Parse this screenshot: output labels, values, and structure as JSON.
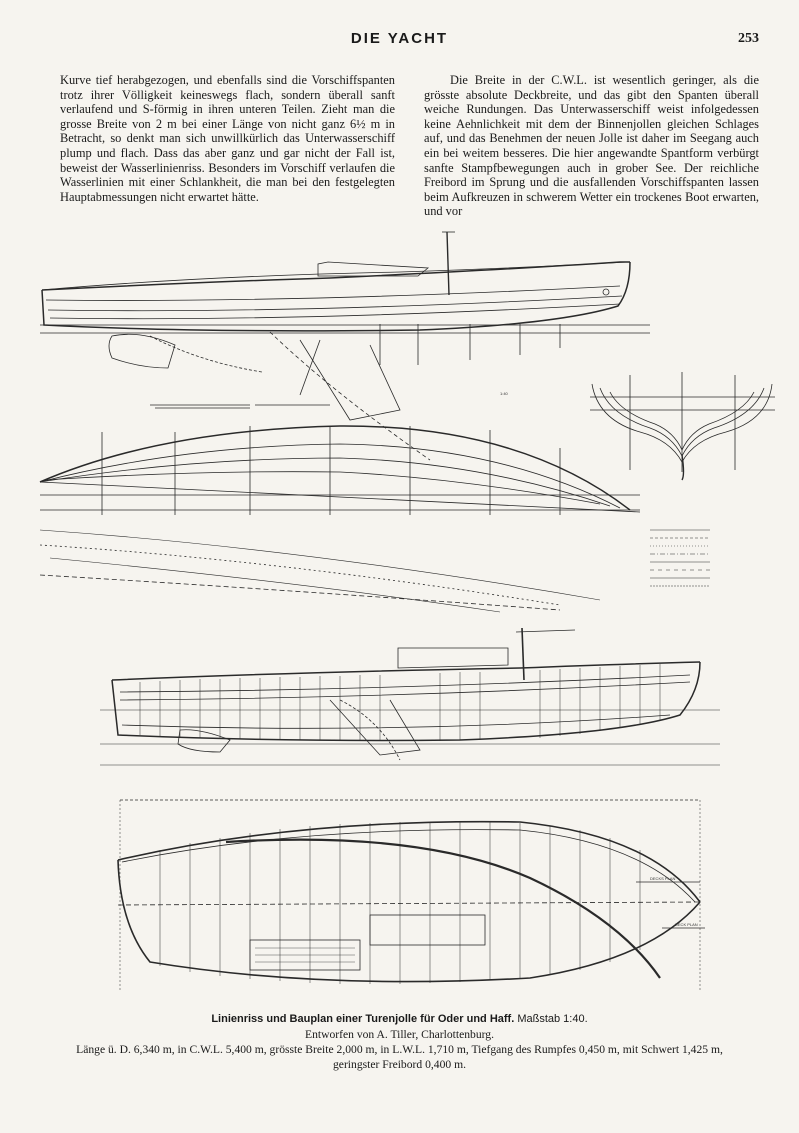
{
  "header": {
    "title": "DIE YACHT",
    "page_number": "253"
  },
  "columns": {
    "left": "Kurve tief herabgezogen, und ebenfalls sind die Vorschiffspanten trotz ihrer Völligkeit keineswegs flach, sondern überall sanft verlaufend und S-förmig in ihren unteren Teilen. Zieht man die grosse Breite von 2 m bei einer Länge von nicht ganz 6½ m in Betracht, so denkt man sich unwillkürlich das Unterwasserschiff plump und flach. Dass das aber ganz und gar nicht der Fall ist, beweist der Wasserlinienriss. Besonders im Vorschiff verlaufen die Wasserlinien mit einer Schlankheit, die man bei den festgelegten Hauptabmessungen nicht erwartet hätte.",
    "right": "Die Breite in der C.W.L. ist wesentlich geringer, als die grösste absolute Deckbreite, und das gibt den Spanten überall weiche Rundungen. Das Unterwasserschiff weist infolgedessen keine Aehnlichkeit mit dem der Binnenjollen gleichen Schlages auf, und das Benehmen der neuen Jolle ist daher im Seegang auch ein bei weitem besseres. Die hier angewandte Spantform verbürgt sanfte Stampfbewegungen auch in grober See. Der reichliche Freibord im Sprung und die ausfallenden Vorschiffspanten lassen beim Aufkreuzen in schwerem Wetter ein trockenes Boot erwarten, und vor"
  },
  "caption": {
    "title": "Linienriss und Bauplan einer Turenjolle für Oder und Haff.",
    "scale": "Maßstab 1:40.",
    "designer": "Entworfen von A. Tiller, Charlottenburg.",
    "specs_line1": "Länge ü. D. 6,340 m, in C.W.L. 5,400 m, grösste Breite 2,000 m, in L.W.L. 1,710 m, Tiefgang des Rumpfes 0,450 m, mit Schwert 1,425 m,",
    "specs_line2": "geringster Freibord 0,400 m."
  },
  "drawing_labels": {
    "deck_plan": "DECKS PLAN",
    "deck_plan_lower": "DECK PLAN",
    "scale_note": "1:40"
  },
  "colors": {
    "paper": "#f6f4ef",
    "ink": "#1a1a1a",
    "line": "#2a2a2a"
  }
}
